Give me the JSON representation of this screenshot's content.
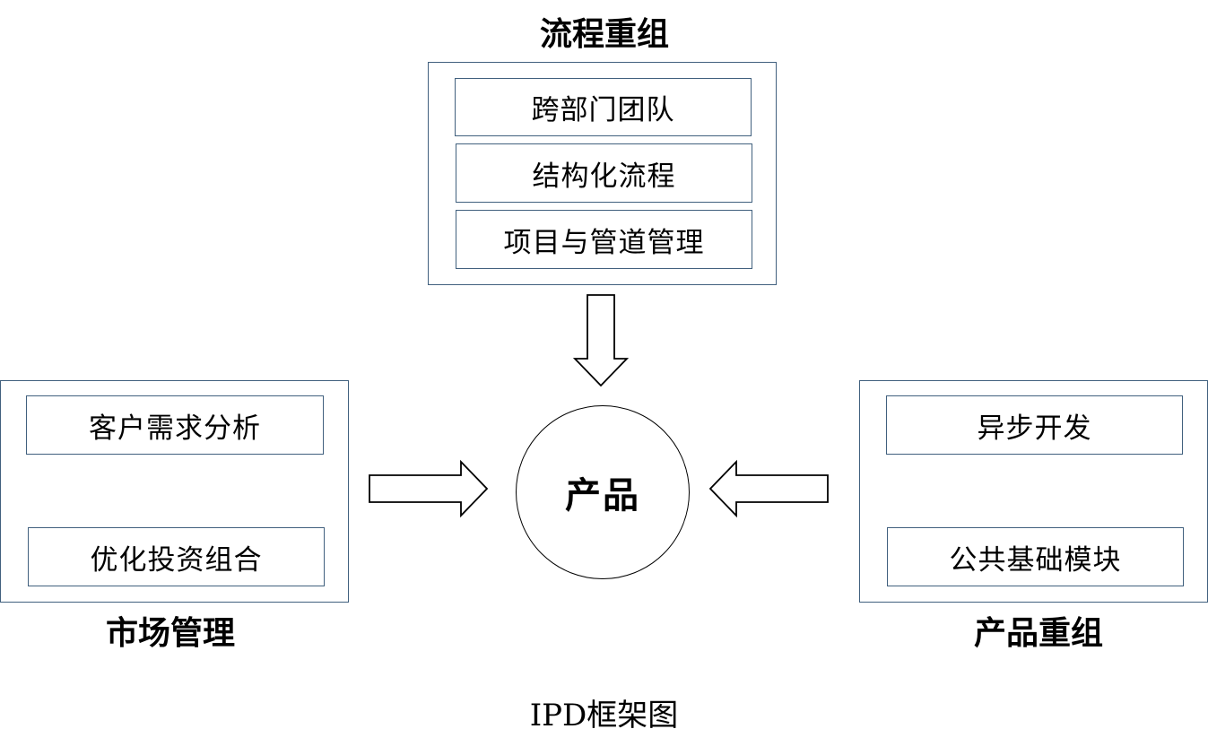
{
  "top_group": {
    "title": "流程重组",
    "items": [
      "跨部门团队",
      "结构化流程",
      "项目与管道管理"
    ]
  },
  "left_group": {
    "title": "市场管理",
    "items": [
      "客户需求分析",
      "优化投资组合"
    ]
  },
  "right_group": {
    "title": "产品重组",
    "items": [
      "异步开发",
      "公共基础模块"
    ]
  },
  "center": {
    "label": "产品"
  },
  "caption": "IPD框架图",
  "colors": {
    "box_border": "#41607e",
    "arrow_stroke": "#000000",
    "text": "#000000"
  }
}
